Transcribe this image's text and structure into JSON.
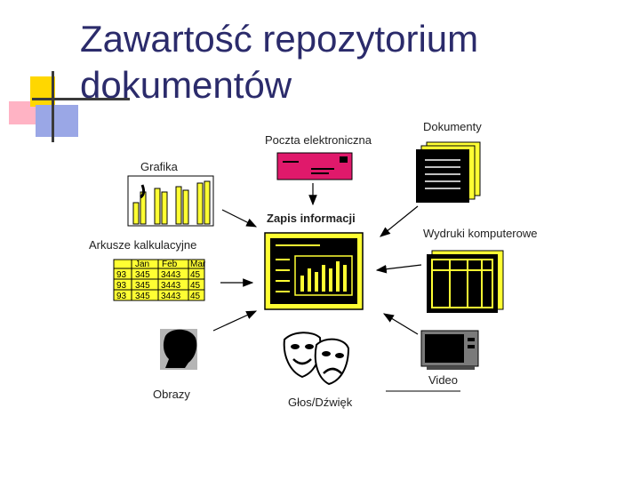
{
  "slide": {
    "title_line1": "Zawartość repozytorium",
    "title_line2": "dokumentów"
  },
  "labels": {
    "center": "Zapis informacji",
    "email": "Poczta elektroniczna",
    "documents": "Dokumenty",
    "graphics": "Grafika",
    "spreadsheets": "Arkusze kalkulacyjne",
    "printouts": "Wydruki komputerowe",
    "images": "Obrazy",
    "sound": "Głos/Dźwięk",
    "video": "Video"
  },
  "spreadsheet": {
    "headers": [
      "Jan",
      "Feb",
      "Mar"
    ],
    "rows": [
      [
        "93",
        "345",
        "3443",
        "45"
      ],
      [
        "93",
        "345",
        "3443",
        "45"
      ],
      [
        "93",
        "345",
        "3443",
        "45"
      ]
    ]
  },
  "colors": {
    "title": "#2b2b6b",
    "item_fill": "#ffff33",
    "email_fill": "#e0196b",
    "arrow": "#000000"
  },
  "icons": [
    "email-icon",
    "documents-icon",
    "graphics-icon",
    "spreadsheet-icon",
    "storage-icon",
    "printout-icon",
    "image-icon",
    "theater-masks-icon",
    "video-icon"
  ]
}
